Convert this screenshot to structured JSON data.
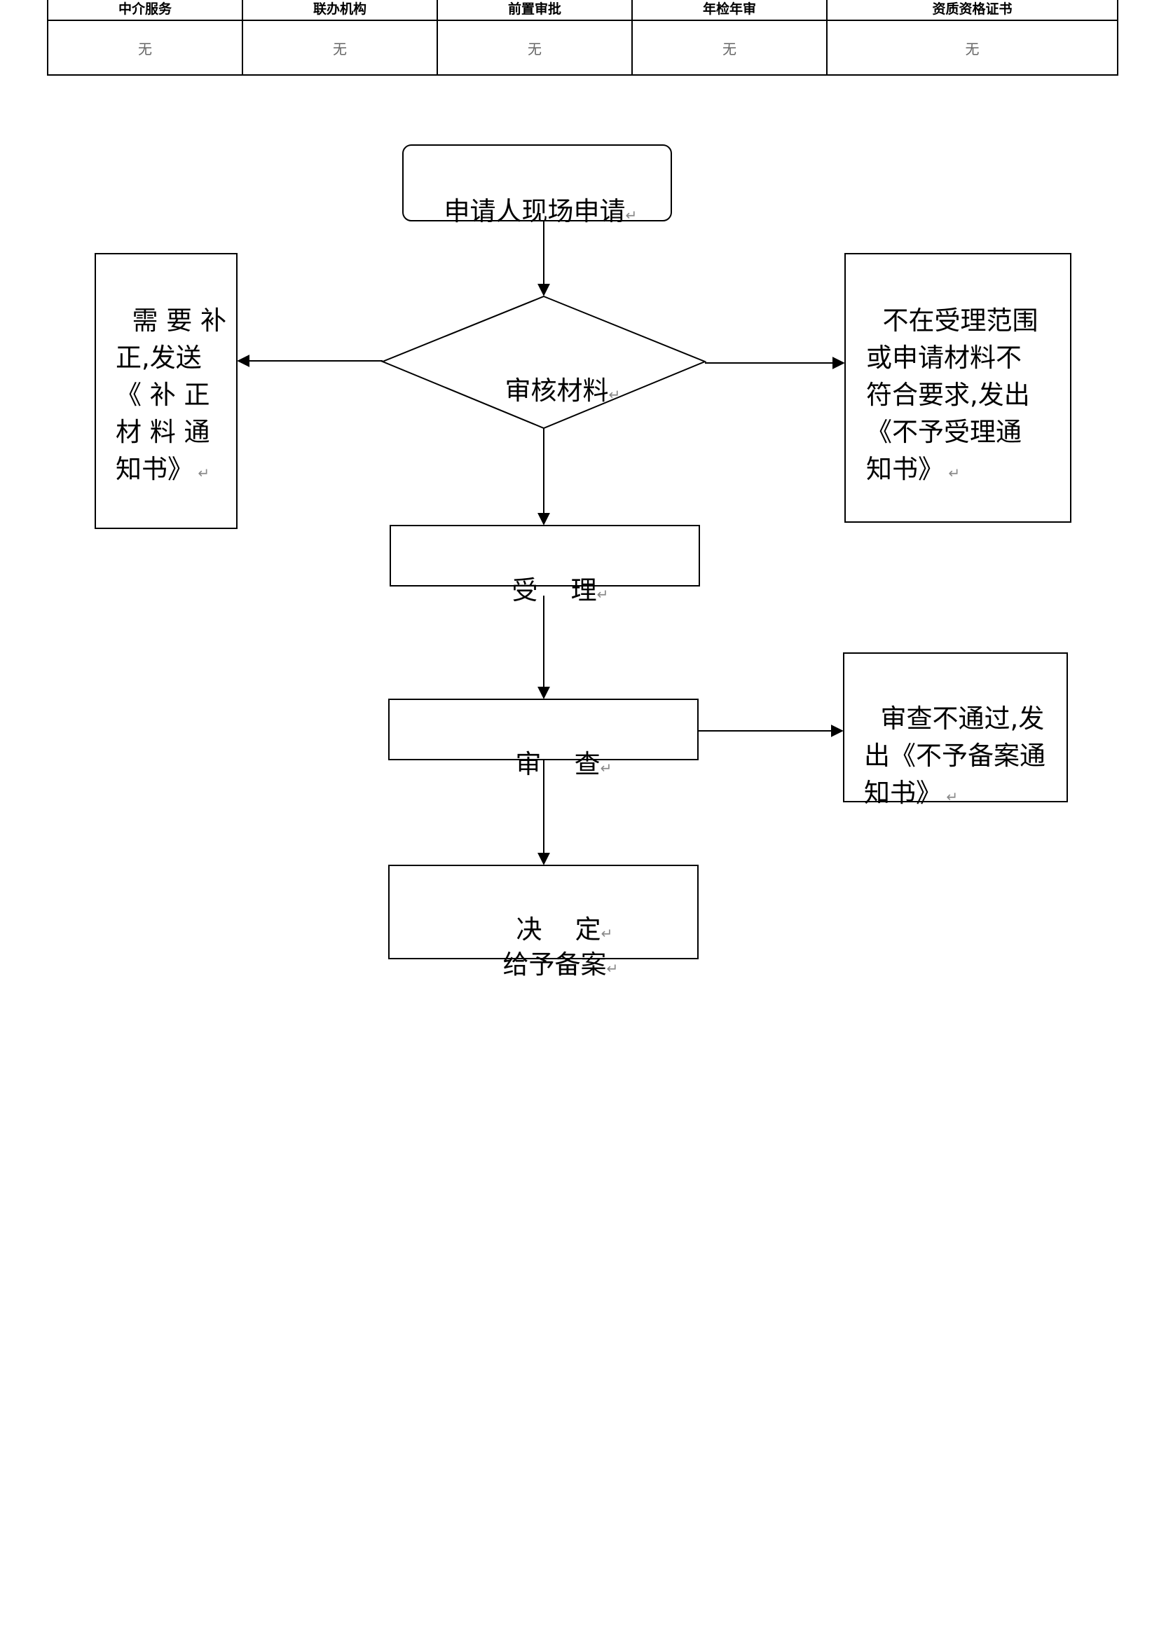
{
  "table": {
    "headers": [
      "中介服务",
      "联办机构",
      "前置审批",
      "年检年审",
      "资质资格证书"
    ],
    "values": [
      "无",
      "无",
      "无",
      "无",
      "无"
    ]
  },
  "flow": {
    "start": "申请人现场申请",
    "review": "审核材料",
    "supplement": "需 要 补\n正,发送\n《 补 正\n材 料 通\n知书》",
    "reject": "不在受理范围\n或申请材料不\n符合要求,发出\n《不予受理通\n知书》",
    "accept": "受    理",
    "examine": "审    查",
    "not_pass": "审查不通过,发\n出《不予备案通\n知书》",
    "decision_line1": "决    定",
    "decision_line2": "给予备案"
  }
}
